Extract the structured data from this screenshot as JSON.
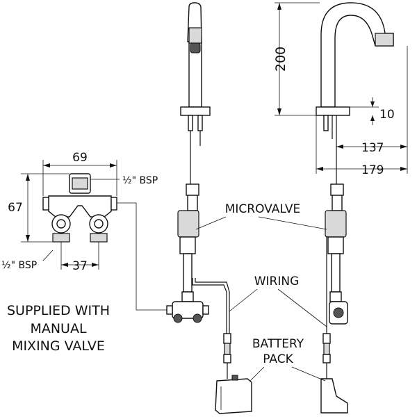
{
  "diagram": {
    "type": "technical-drawing",
    "subject": "Electronic sensor tap with microvalve, wiring and battery pack",
    "views": [
      "front-view",
      "side-view",
      "mixing-valve-detail"
    ],
    "dimensions": {
      "spout_height": "200",
      "base_offset": "10",
      "spout_reach": "137",
      "overall_depth": "179",
      "valve_width": "69",
      "valve_height": "67",
      "valve_outlet_spacing": "37"
    },
    "labels": {
      "bsp_top": "½\" BSP",
      "bsp_bottom": "½\" BSP",
      "microvalve": "MICROVALVE",
      "wiring": "WIRING",
      "battery_line1": "BATTERY",
      "battery_line2": "PACK",
      "supplied_line1": "SUPPLIED WITH",
      "supplied_line2": "MANUAL",
      "supplied_line3": "MIXING VALVE"
    },
    "colors": {
      "line": "#111111",
      "background": "#ffffff",
      "fill_shade": "#d9d9d9"
    }
  }
}
